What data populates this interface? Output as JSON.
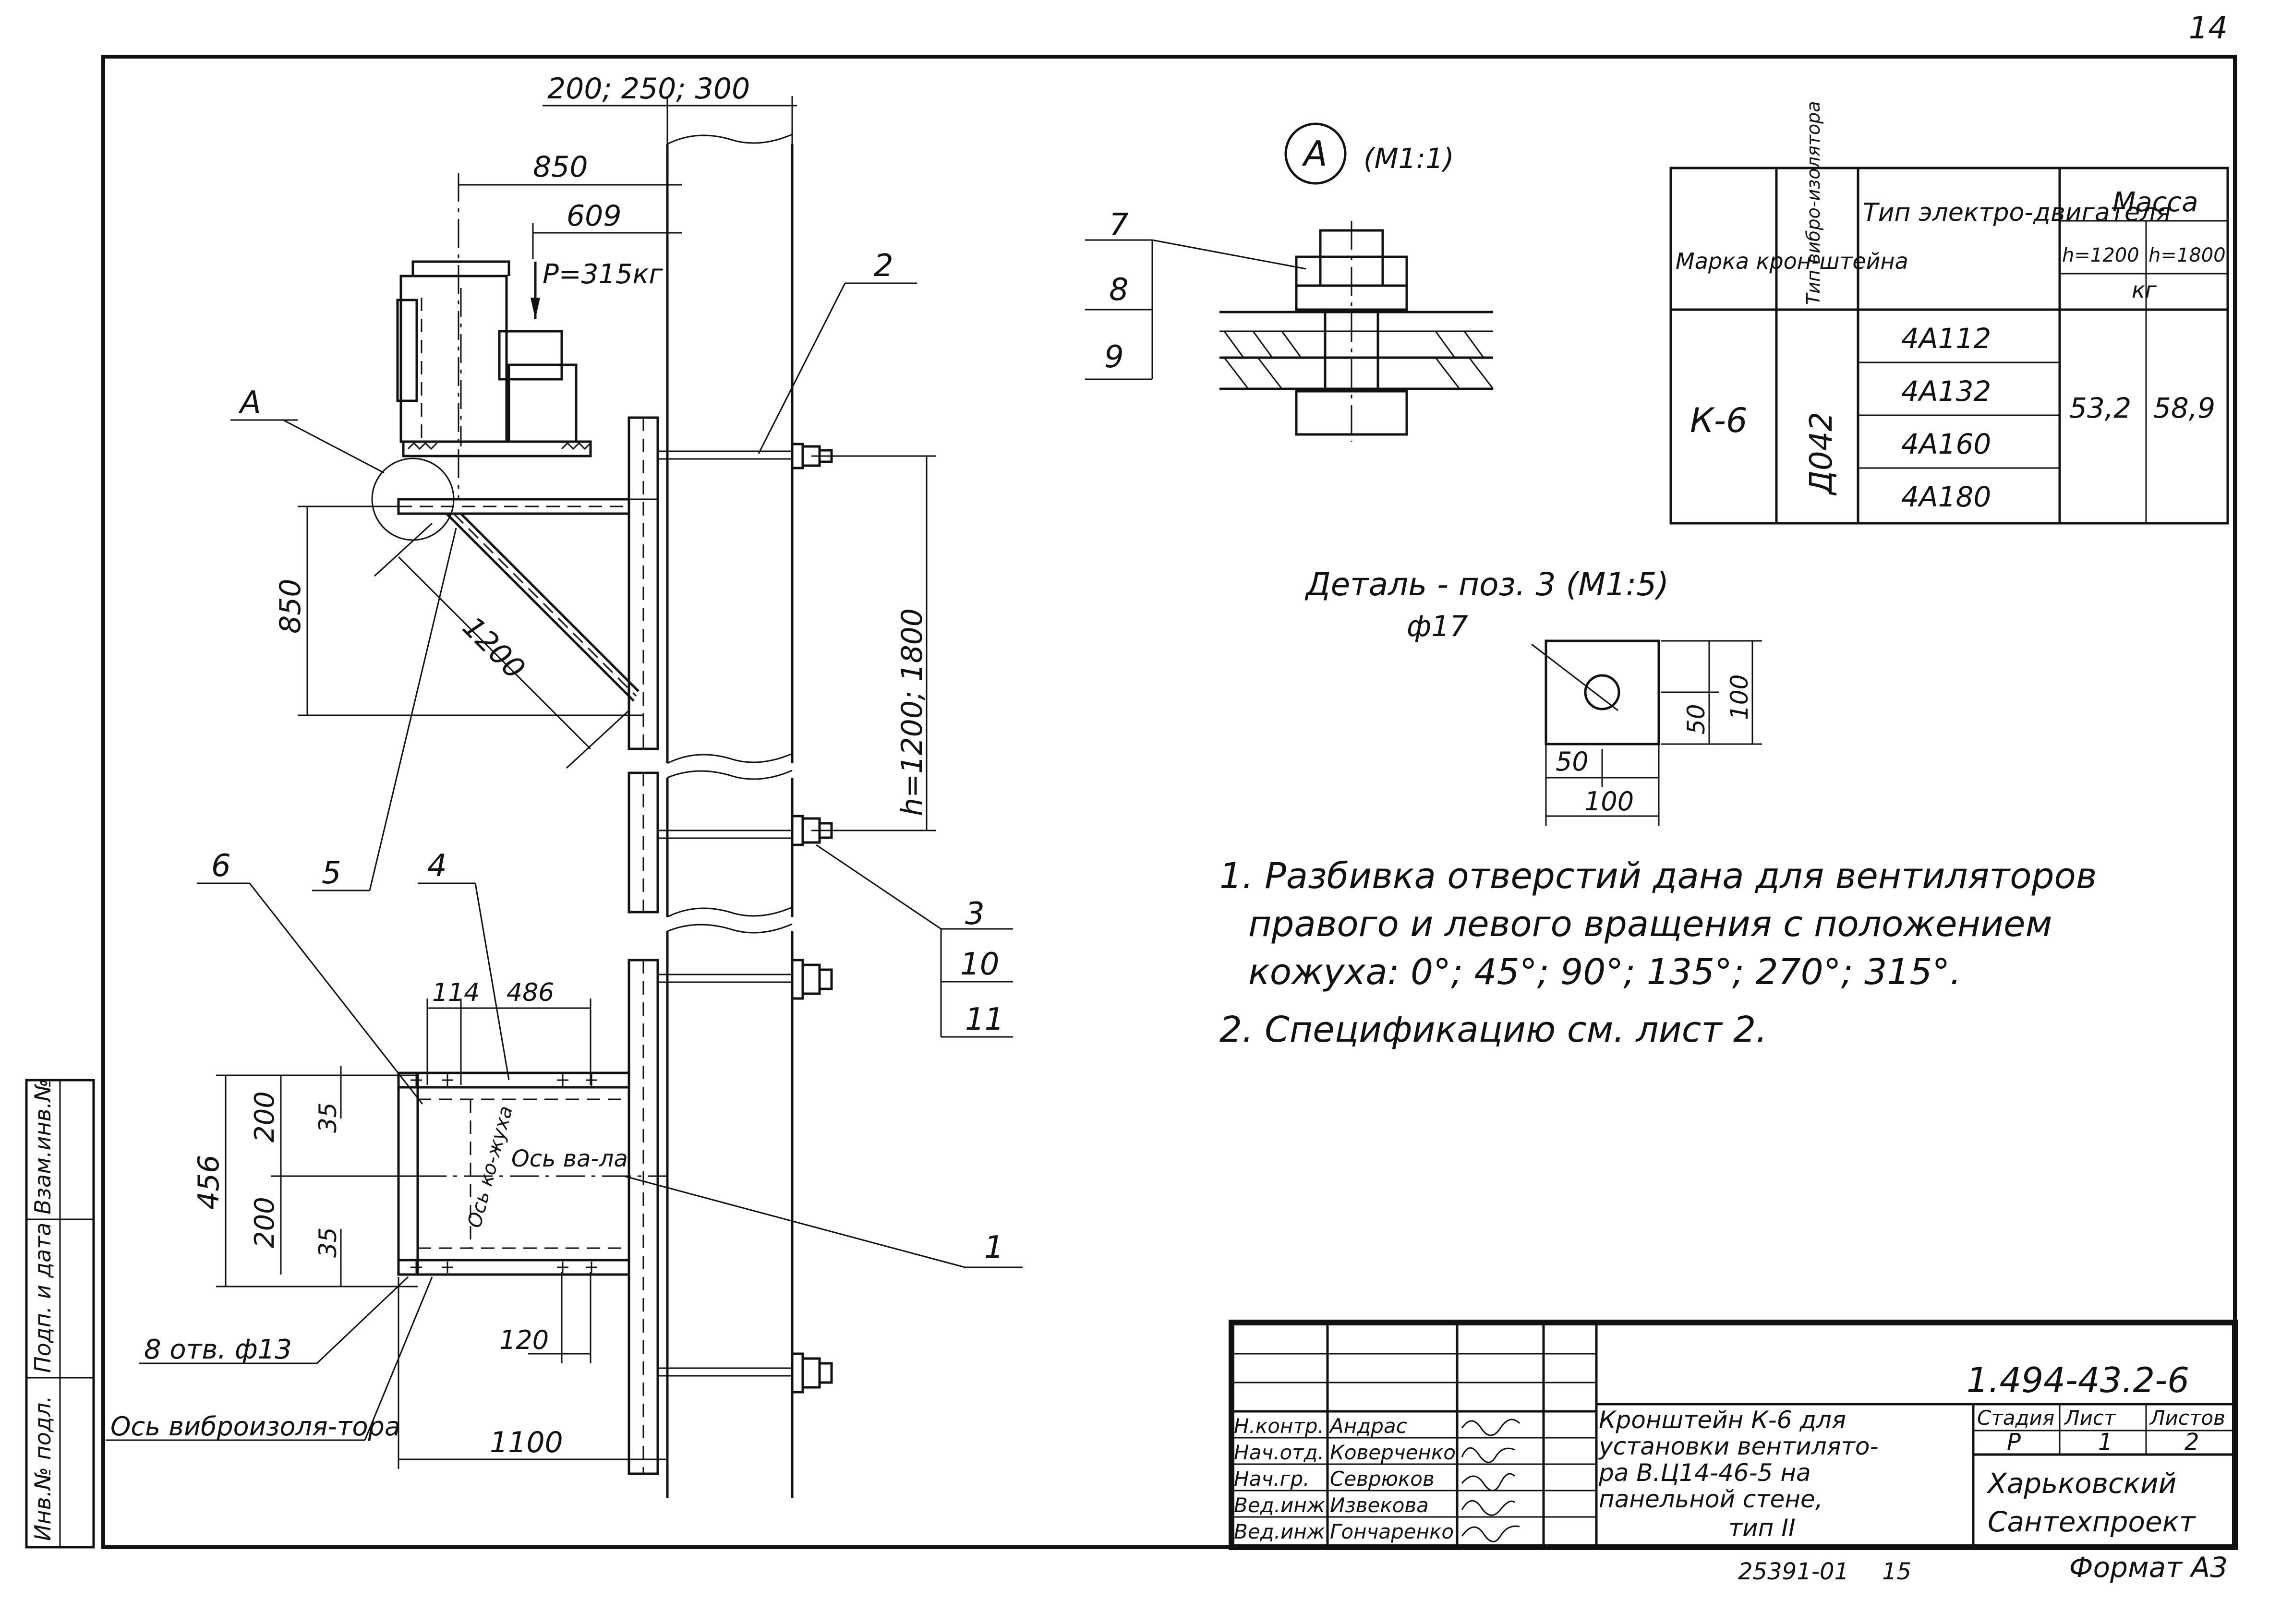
{
  "page_number": "14",
  "section_mark": "A",
  "section_scale": "(М1:1)",
  "view_dims": {
    "top_width": "200; 250; 300",
    "d850_top": "850",
    "d609": "609",
    "load": "P=315кг",
    "d850_side": "850",
    "d1200": "1200",
    "h_vertical": "h=1200; 1800"
  },
  "plan_dims": {
    "d114": "114",
    "d486": "486",
    "d456": "456",
    "d200_a": "200",
    "d200_b": "200",
    "d35_a": "35",
    "d35_b": "35",
    "d120": "120",
    "d1100": "1100",
    "fan_axis": "Ось ва-ла",
    "casing_axis": "Ось ко-жуха"
  },
  "callouts": {
    "c1": "1",
    "c2": "2",
    "c3": "3",
    "c4": "4",
    "c5": "5",
    "c6": "6",
    "c7": "7",
    "c8": "8",
    "c9": "9",
    "c10": "10",
    "c11": "11",
    "A": "A",
    "holes": "8 отв. ф13",
    "vib_axis": "Ось виброизоля-тора"
  },
  "spec_table": {
    "headers": {
      "brand": "Марка крон-штейна",
      "vib": "Тип вибро-изолятора",
      "motor": "Тип электро-двигателя",
      "mass": "Масса",
      "h1": "h=1200",
      "h2": "h=1800",
      "unit": "кг"
    },
    "brand_value": "К-6",
    "vib_value": "Д042",
    "motors": [
      "4А112",
      "4А132",
      "4А160",
      "4А180"
    ],
    "mass_h1200": "53,2",
    "mass_h1800": "58,9"
  },
  "detail": {
    "title": "Деталь - поз. 3 (М1:5)",
    "hole": "ф17",
    "d50_h": "50",
    "d100_h": "100",
    "d50_v": "50",
    "d100_v": "100"
  },
  "notes": [
    "1. Разбивка отверстий дана для вентиляторов",
    "правого и левого вращения с положением",
    "кожуха: 0°; 45°; 90°; 135°; 270°; 315°.",
    "2. Спецификацию см. лист 2."
  ],
  "title_block": {
    "doc_code": "1.494-43.2-6",
    "roles": [
      "Н.контр.",
      "Нач.отд.",
      "Нач.гр.",
      "Вед.инж.",
      "Вед.инж."
    ],
    "names": [
      "Андрас",
      "Коверченко",
      "Севрюков",
      "Извекова",
      "Гончаренко"
    ],
    "title_lines": [
      "Кронштейн К-6 для",
      "установки вентилято-",
      "ра В.Ц14-46-5 на",
      "панельной стене,",
      "тип II"
    ],
    "stage_label": "Стадия",
    "sheet_label": "Лист",
    "sheets_label": "Листов",
    "stage": "Р",
    "sheet": "1",
    "sheets": "2",
    "org_lines": [
      "Харьковский",
      "Сантехпроект"
    ]
  },
  "side_stamp": [
    "Инв.№ подл.",
    "Подп. и дата",
    "Взам.инв.№"
  ],
  "footer": {
    "archive": "25391-01",
    "page": "15",
    "format": "Формат А3"
  }
}
